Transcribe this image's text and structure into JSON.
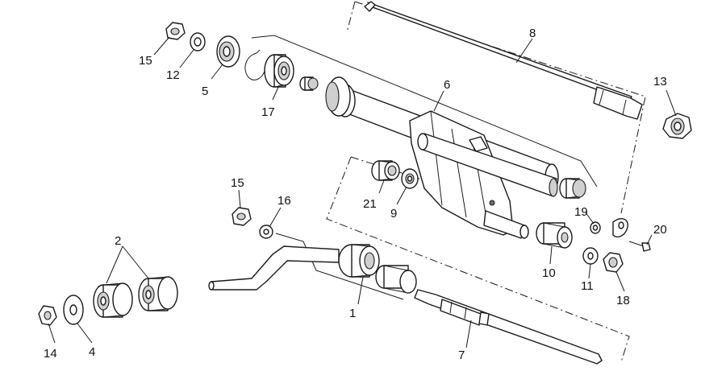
{
  "callouts": {
    "c1": "1",
    "c2": "2",
    "c4": "4",
    "c5": "5",
    "c6": "6",
    "c7": "7",
    "c8": "8",
    "c9": "9",
    "c10": "10",
    "c11": "11",
    "c12": "12",
    "c13": "13",
    "c14": "14",
    "c15a": "15",
    "c15b": "15",
    "c16": "16",
    "c17": "17",
    "c18": "18",
    "c19": "19",
    "c20": "20",
    "c21": "21"
  }
}
